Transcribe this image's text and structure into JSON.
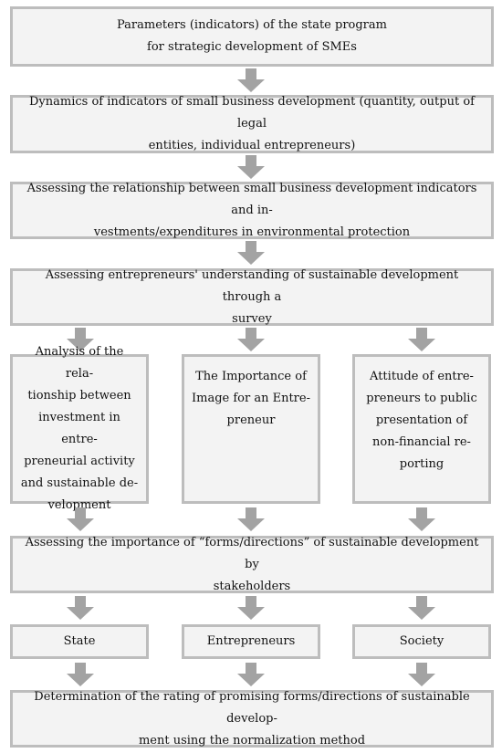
{
  "boxes": {
    "parameters": "Parameters (indicators) of the state program\nfor strategic development of SMEs",
    "dynamics": "Dynamics of indicators of small business development (quantity, output of legal\nentities, individual entrepreneurs)",
    "relationship": "Assessing the relationship between small business development indicators and in-\nvestments/expenditures in environmental protection",
    "survey": "Assessing entrepreneurs' understanding of sustainable development through a\nsurvey",
    "analysis": "Analysis of the rela-\ntionship between\ninvestment in entre-\npreneurial activity\nand sustainable de-\nvelopment",
    "image": "The Importance of\nImage for an Entre-\npreneur",
    "attitude": "Attitude of entre-\npreneurs to public\npresentation of\nnon-financial re-\nporting",
    "importance": "Assessing the importance of “forms/directions” of sustainable development by\nstakeholders",
    "state": "State",
    "entrepreneurs": "Entrepreneurs",
    "society": "Society",
    "rating": "Determination of the rating of promising forms/directions of sustainable develop-\nment using the normalization method"
  },
  "arrow_color": "#a3a3a3"
}
